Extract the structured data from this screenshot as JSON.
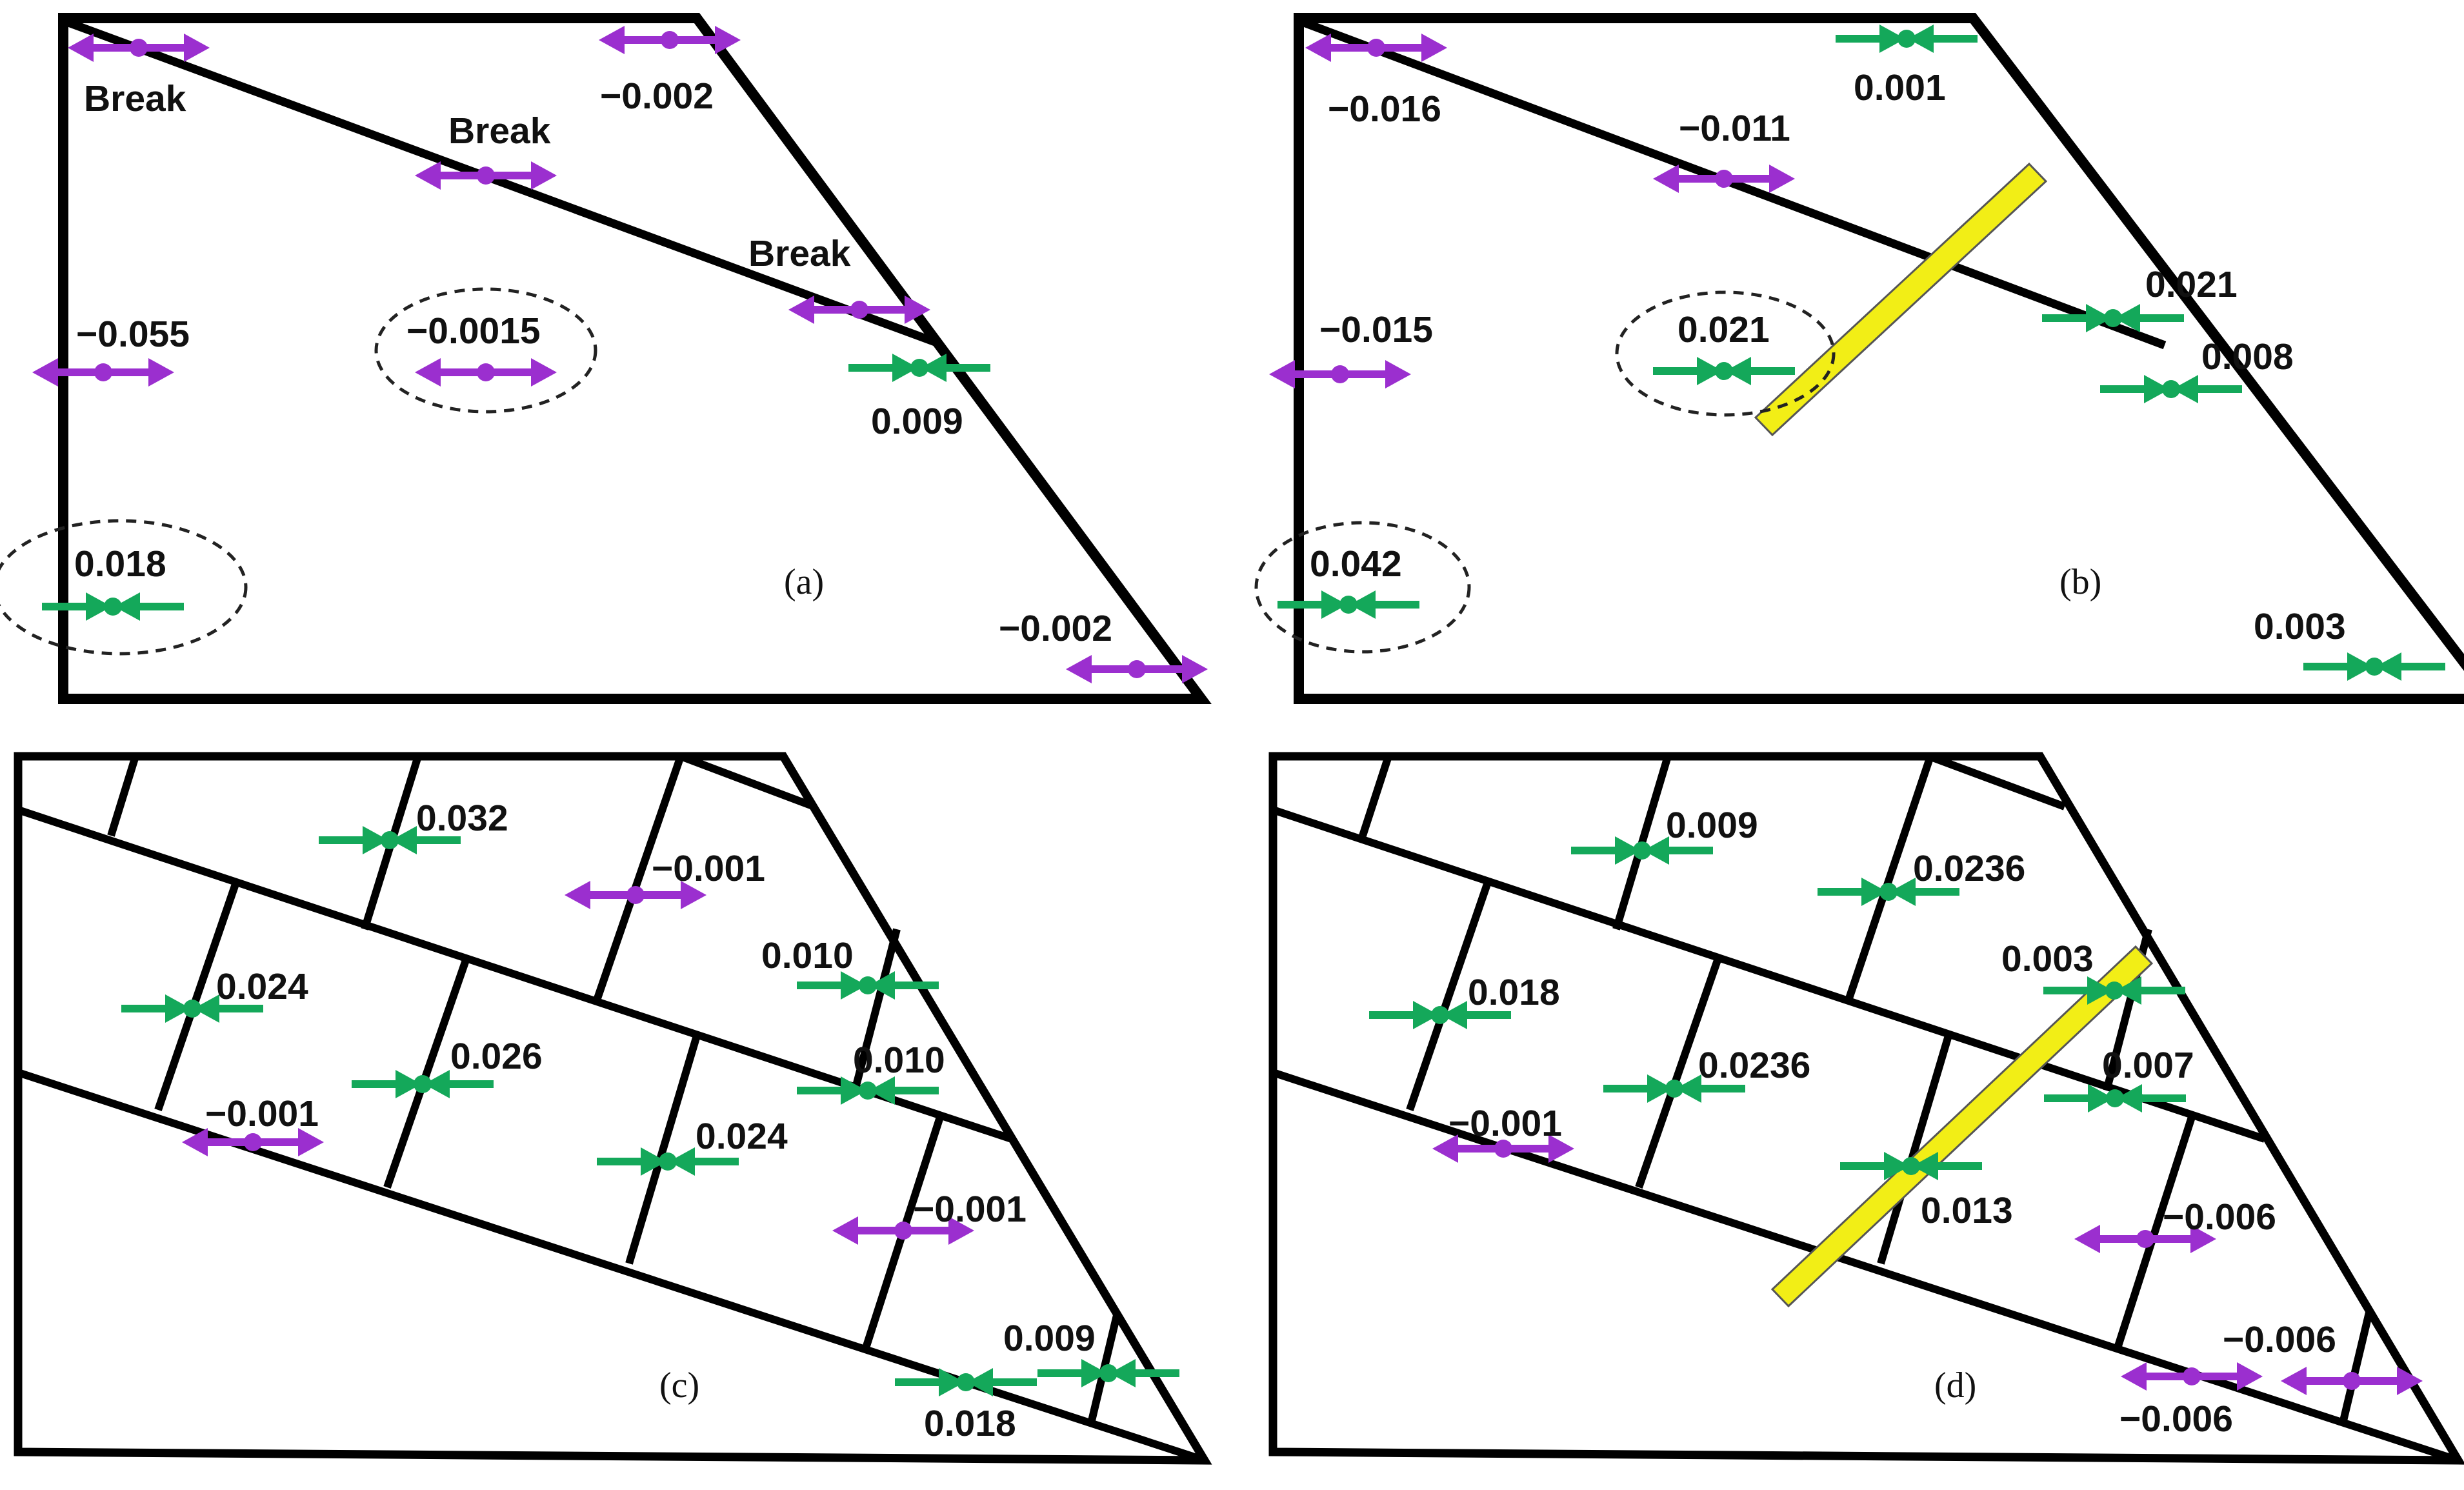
{
  "colors": {
    "tension": "#9b2fcf",
    "compression": "#14a85a",
    "fault": "#f2ee16",
    "line": "#000000",
    "text": "#111111"
  },
  "panels": {
    "a": {
      "label": "(a)",
      "values": [
        "−0.002",
        "−0.055",
        "−0.0015",
        "0.009",
        "0.018",
        "−0.002"
      ],
      "annotations": [
        "Break",
        "Break",
        "Break"
      ]
    },
    "b": {
      "label": "(b)",
      "values": [
        "−0.016",
        "0.001",
        "−0.011",
        "0.021",
        "0.008",
        "−0.015",
        "0.021",
        "0.042",
        "0.003"
      ]
    },
    "c": {
      "label": "(c)",
      "values": [
        "0.032",
        "−0.001",
        "0.024",
        "0.010",
        "0.010",
        "0.026",
        "−0.001",
        "0.024",
        "−0.001",
        "0.009",
        "0.018"
      ]
    },
    "d": {
      "label": "(d)",
      "values": [
        "0.009",
        "0.0236",
        "0.018",
        "0.003",
        "0.0236",
        "0.007",
        "−0.001",
        "0.013",
        "−0.006",
        "−0.006",
        "−0.006"
      ]
    }
  }
}
